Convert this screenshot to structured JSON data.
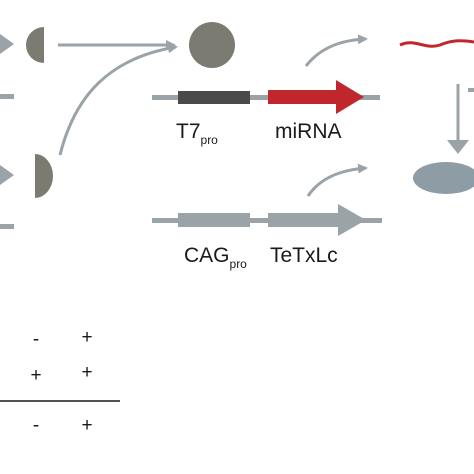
{
  "colors": {
    "grey": "#9aa3a8",
    "dark_grey_sphere": "#7b7b72",
    "dark_block": "#4a4a4a",
    "red": "#c0272d",
    "ellipse": "#8e9ca6",
    "text": "#1a1a1a"
  },
  "constructs": {
    "top": {
      "promoter": "T7",
      "promoter_sub": "pro",
      "gene": "miRNA"
    },
    "bottom": {
      "promoter": "CAG",
      "promoter_sub": "pro",
      "gene": "TeTxLc"
    }
  },
  "table": {
    "row1": [
      "-",
      "+"
    ],
    "row2": [
      "+",
      "+"
    ],
    "row3": [
      "-",
      "+"
    ]
  }
}
